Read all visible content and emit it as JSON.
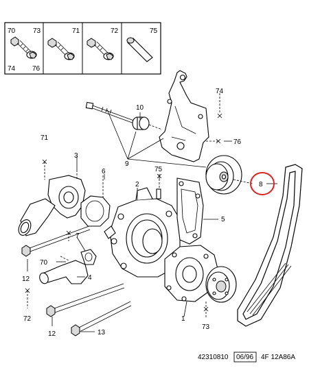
{
  "legend_box": {
    "items": [
      {
        "top": "70",
        "top_right": "73",
        "bottom": "74",
        "bottom_right": "76"
      },
      {
        "top_right": "71"
      },
      {
        "top_right": "72"
      },
      {
        "top_right": "75"
      }
    ]
  },
  "callouts": {
    "c1": "1",
    "c2": "2",
    "c3": "3",
    "c4": "4",
    "c5": "5",
    "c6": "6",
    "c7": "7",
    "c8": "8",
    "c9": "9",
    "c10": "10",
    "c12a": "12",
    "c12b": "12",
    "c13": "13",
    "c70": "70",
    "c71": "71",
    "c72": "72",
    "c73": "73",
    "c74": "74",
    "c75": "75",
    "c76": "76"
  },
  "highlight": {
    "label": "8",
    "color": "#e02020"
  },
  "footer": {
    "ref": "42310810",
    "date": "06/96",
    "code": "4F 12A86A"
  }
}
